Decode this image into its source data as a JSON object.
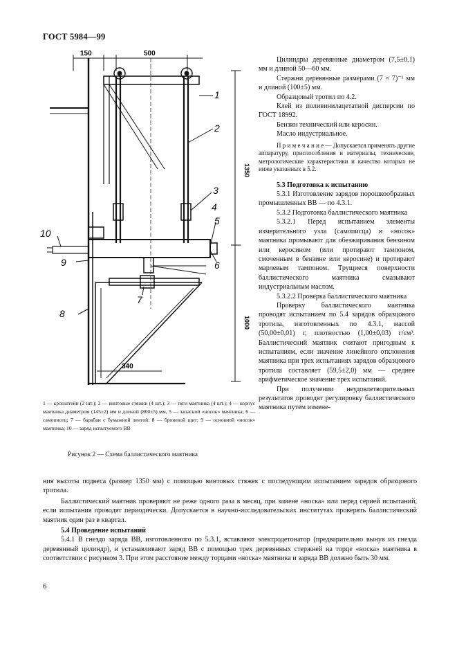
{
  "header": {
    "title": "ГОСТ 5984—99"
  },
  "figure": {
    "dims": {
      "d150": "150",
      "d500": "500",
      "d1350": "1350",
      "d1000": "1000",
      "d340": "340"
    },
    "labels": {
      "l1": "1",
      "l2": "2",
      "l3": "3",
      "l4": "4",
      "l5": "5",
      "l6": "6",
      "l7": "7",
      "l8": "8",
      "l9": "9",
      "l10": "10"
    },
    "legend": "1 — кронштейн (2 шт.); 2 — винтовые стяжки (4 шт.); 3 — тяги маятника (4 шт.); 4 — корпус маятника диаметром (145±2) мм и длиной (800±5) мм, 5 — запасной «носок» маятника; 6 — самописец; 7 — барабан с бумажной лентой; 8 — броневой щит; 9 — основной «носок» маятника; 10 — заряд испытуемого ВВ",
    "caption": "Рисунок 2 — Схема баллистического маятника"
  },
  "right_column": {
    "p1": "Цилиндры деревянные диаметром (7,5±0,1) мм и длиной 50—60 мм.",
    "p2": "Стержни деревянные размерами (7 × 7)⁻¹ мм и длиной (100±5) мм.",
    "p3": "Образцовый тротил по 4.2.",
    "p4": "Клей из поливинилацетатной дисперсии по ГОСТ 18992.",
    "p5": "Бензин технический или керосин.",
    "p6": "Масло индустриальное.",
    "note_label": "П р и м е ч а н и е",
    "note": " — Допускается применять другие аппаратуру, приспособления и материалы, технические, метрологические характеристики и качество которых не ниже указанных в 5.2.",
    "s53": "5.3 Подготовка к испытанию",
    "s531": "5.3.1 Изготовление зарядов порошкообразных промышленных ВВ — по 4.3.1.",
    "s532": "5.3.2 Подготовка баллистического маятника",
    "s5321": "5.3.2.1 Перед испытанием элементы измерительного узла (самописца) и «носок» маятника промывают для обезжиривания бензином или керосином (или протирают тампоном, смоченным в бензине или керосине) и протирают марлевым тампоном. Трущиеся поверхности баллистического маятника смазывают индустриальным маслом.",
    "s5322": "5.3.2.2 Проверка баллистического маятника",
    "p_check": "Проверку баллистического маятника проводят испытанием по 5.4 зарядов образцового тротила, изготовленных по 4.3.1, массой (50,00±0,01) г, плотностью (1,00±0,03) г/см³. Баллистический маятник считают пригодным к испытаниям, если значение линейного отклонения маятника при трех испытаниях зарядов образцового тротила составляет (59,5±2,0) мм — среднее арифметическое значение трех испытаний.",
    "p_unsat": "При получении неудовлетворительных результатов проводят регулировку баллистического маятника путем измене-"
  },
  "full_width": {
    "p_cont": "ния высоты подвеса (размер 1350 мм) с помощью винтовых стяжек с последующим испытанием зарядов образцового тротила.",
    "p_month": "Баллистический маятник проверяют не реже одного раза в месяц, при замене «носка» или перед серией испытаний, если испытания проводят периодически. Допускается в научно-исследовательских институтах проверять баллистический маятник один раз в квартал.",
    "s54": "5.4 Проведение испытаний",
    "s541": "5.4.1 В гнездо заряда ВВ, изготовленного по 5.3.1, вставляют электродетонатор (предварительно вынув из гнезда деревянный цилиндр), и устанавливают заряд ВВ с помощью трех деревянных стержней на торце «носка» маятника в соответствии с рисунком 3. При этом расстояние между торцами «носка» маятника и заряда ВВ должно быть 30 мм."
  },
  "footer": {
    "page_number": "6"
  }
}
